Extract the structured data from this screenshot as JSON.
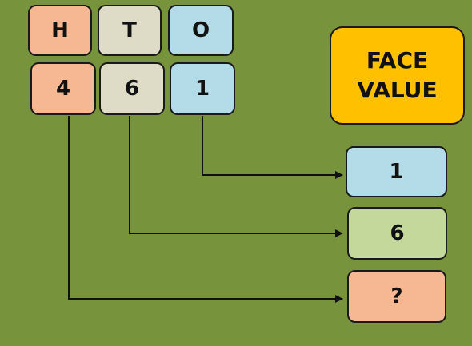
{
  "place_value_headers": {
    "hundreds": "H",
    "tens": "T",
    "ones": "O"
  },
  "digits": {
    "hundreds": "4",
    "tens": "6",
    "ones": "1"
  },
  "face_value_title": {
    "line1": "FACE",
    "line2": "VALUE"
  },
  "results": {
    "ones": "1",
    "tens": "6",
    "hundreds": "?"
  },
  "colors": {
    "background": "#77933c",
    "hundreds": "#f6b793",
    "tens": "#dedbc6",
    "ones": "#b4dbe8",
    "tens_result": "#c4d89c",
    "face_value_box": "#ffc000"
  }
}
